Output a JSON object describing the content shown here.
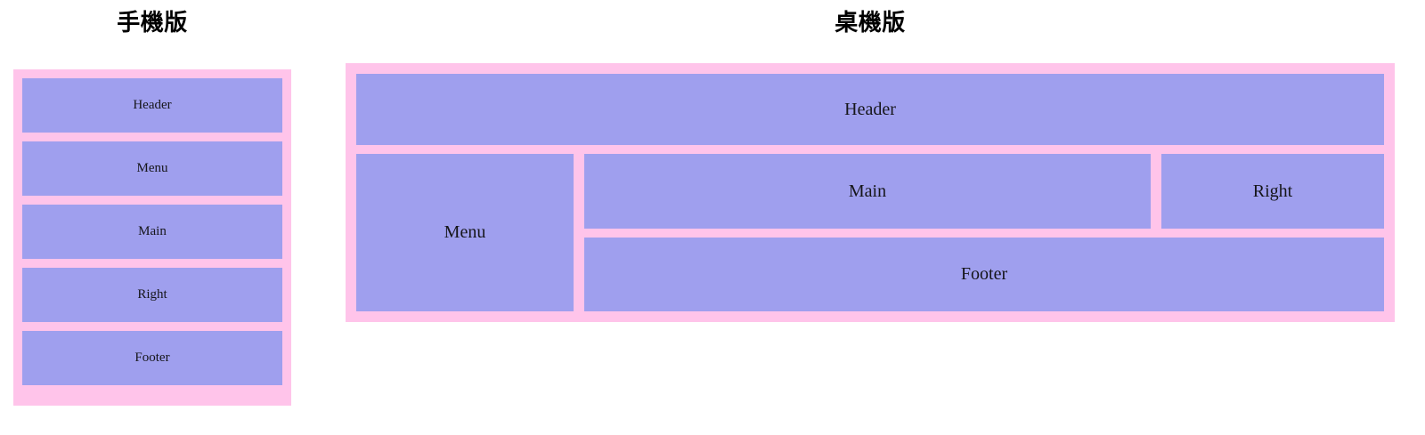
{
  "page": {
    "background_color": "#ffffff",
    "panel_fill_color": "#9f9fee",
    "container_fill_color": "#ffc4ea",
    "text_color": "#16161a"
  },
  "mobile": {
    "title": "手機版",
    "panels": [
      {
        "label": "Header"
      },
      {
        "label": "Menu"
      },
      {
        "label": "Main"
      },
      {
        "label": "Right"
      },
      {
        "label": "Footer"
      }
    ]
  },
  "desktop": {
    "title": "桌機版",
    "panels": {
      "header": "Header",
      "menu": "Menu",
      "main": "Main",
      "right": "Right",
      "footer": "Footer"
    }
  }
}
